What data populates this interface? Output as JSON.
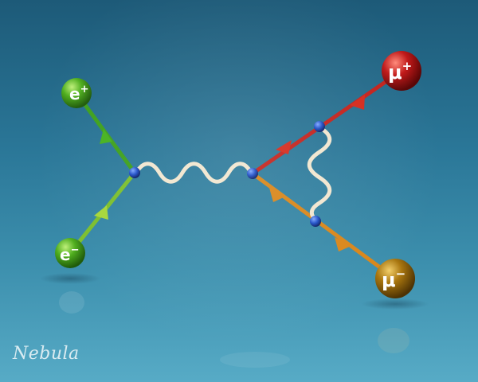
{
  "particles": [
    {
      "id": "positron",
      "label_base": "e",
      "label_sup": "+"
    },
    {
      "id": "electron",
      "label_base": "e",
      "label_sup": "−"
    },
    {
      "id": "antimuon",
      "label_base": "μ",
      "label_sup": "+"
    },
    {
      "id": "muon",
      "label_base": "μ",
      "label_sup": "−"
    }
  ],
  "colors": {
    "background_top": "#1d5a78",
    "background_bottom": "#57abc6",
    "electron_line": "#5fb52a",
    "positron_line": "#3ea01c",
    "antimuon_line": "#c3221c",
    "muon_line": "#d8861a",
    "photon": "#f1e6cf",
    "vertex": "#1f4fc8"
  },
  "signature": "Nebula"
}
